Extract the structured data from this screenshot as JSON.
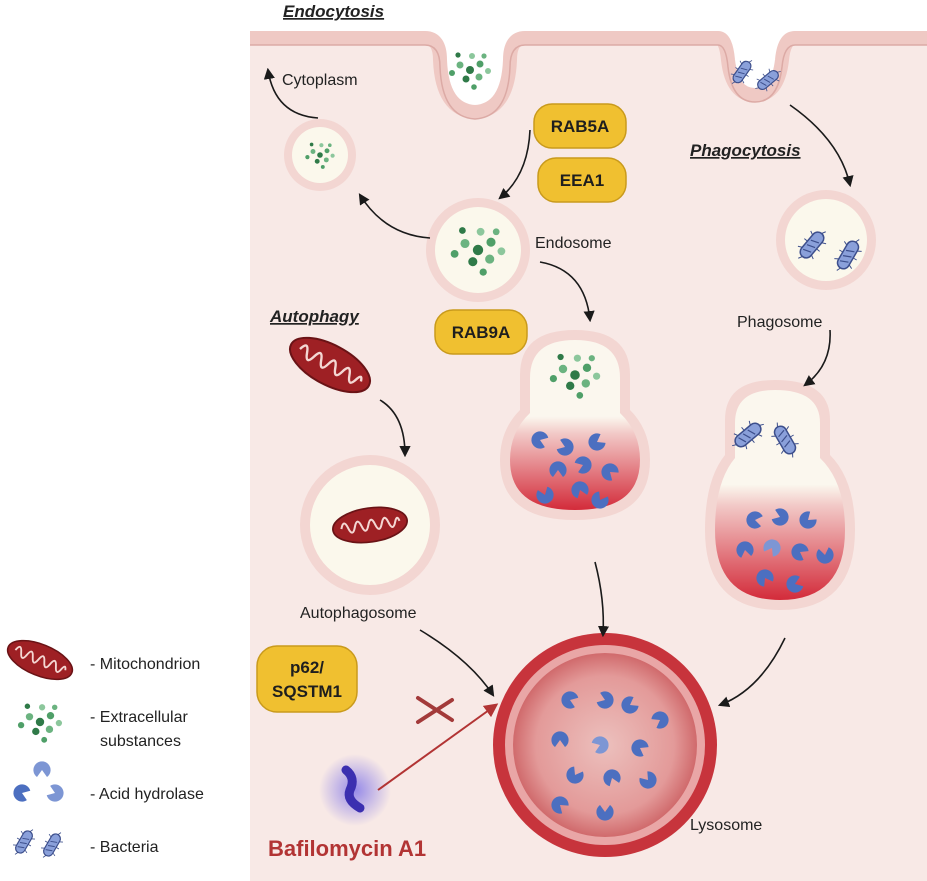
{
  "titles": {
    "endocytosis": "Endocytosis",
    "phagocytosis": "Phagocytosis",
    "autophagy": "Autophagy"
  },
  "labels": {
    "cytoplasm": "Cytoplasm",
    "endosome": "Endosome",
    "phagosome": "Phagosome",
    "autophagosome": "Autophagosome",
    "lysosome": "Lysosome"
  },
  "proteins": {
    "rab5a": "RAB5A",
    "eea1": "EEA1",
    "rab9a": "RAB9A",
    "p62_line1": "p62/",
    "p62_line2": "SQSTM1"
  },
  "drug": "Bafilomycin A1",
  "legend": {
    "mitochondrion": "- Mitochondrion",
    "extracellular_line1": "- Extracellular",
    "extracellular_line2": "substances",
    "acid_hydrolase": "- Acid hydrolase",
    "bacteria": "- Bacteria"
  },
  "colors": {
    "cell_bg": "#f8e9e6",
    "membrane": "#efc9c4",
    "vesicle_fill": "#fbf8ec",
    "protein_badge": "#f0c030",
    "lysosome_red": "#c7343c",
    "hydrolase_blue": "#4c6fc0",
    "particle_green": "#3f8f5a",
    "drug_red": "#b23434"
  }
}
